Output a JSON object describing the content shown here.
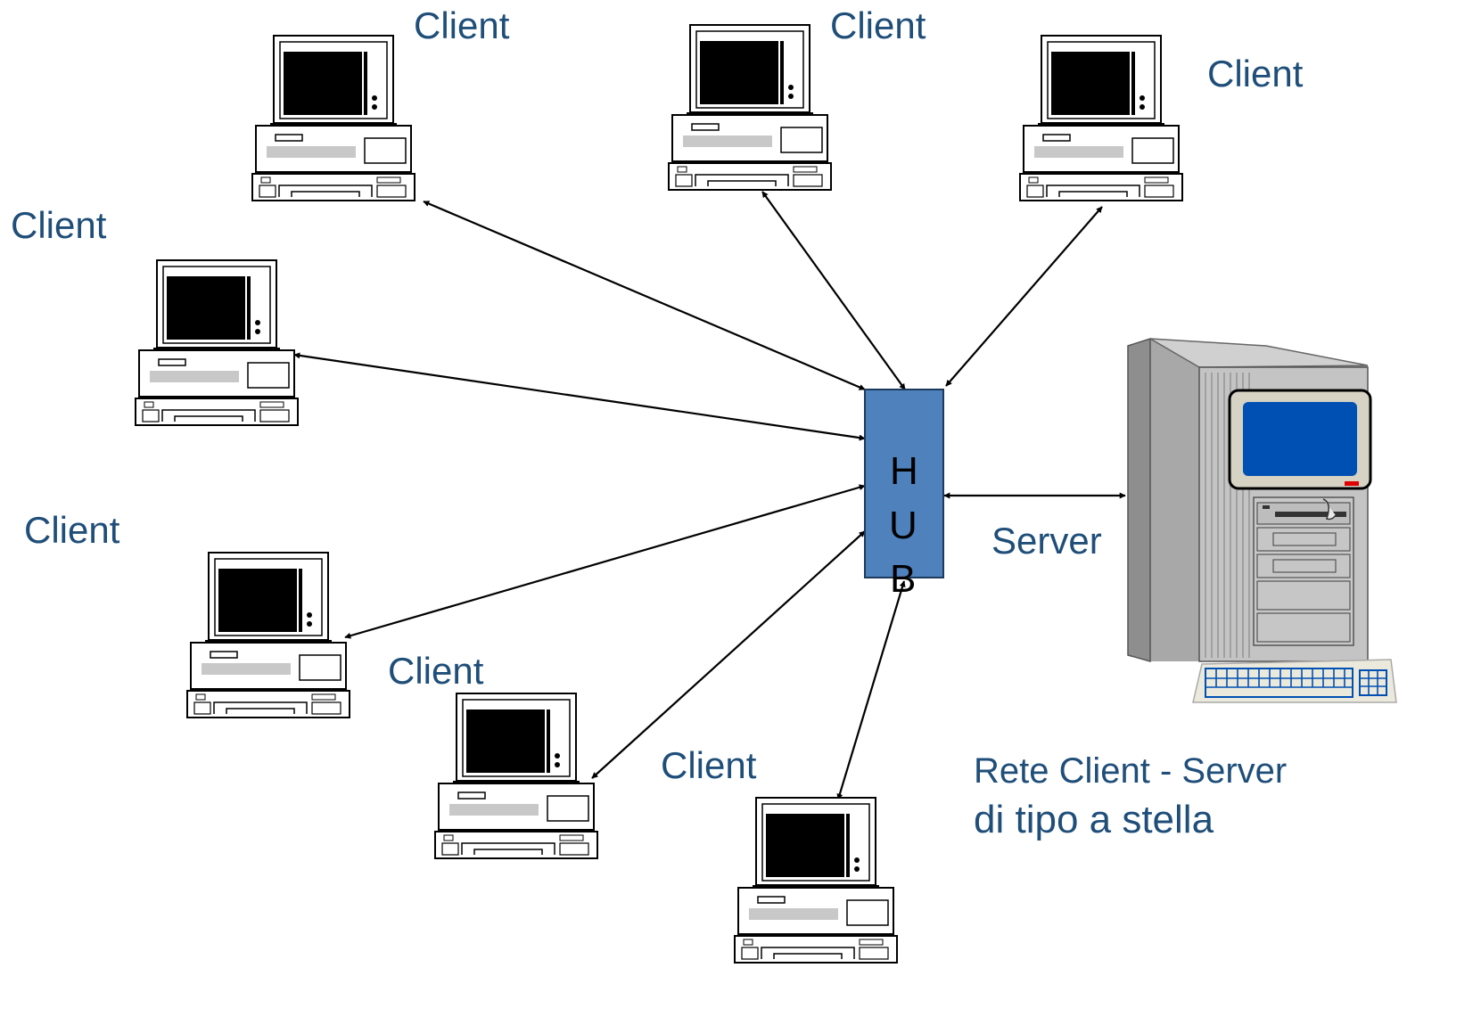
{
  "clients": [
    {
      "id": "c1",
      "label": "Client"
    },
    {
      "id": "c2",
      "label": "Client"
    },
    {
      "id": "c3",
      "label": "Client"
    },
    {
      "id": "c4",
      "label": "Client"
    },
    {
      "id": "c5",
      "label": "Client"
    },
    {
      "id": "c6",
      "label": "Client"
    },
    {
      "id": "c7",
      "label": "Client"
    }
  ],
  "hub": {
    "letters": [
      "H",
      "U",
      "B"
    ],
    "fill": "#4f81bd"
  },
  "server": {
    "label": "Server",
    "screen_color": "#0050b4"
  },
  "caption": {
    "line1": "Rete Client - Server",
    "line2": "di tipo a stella"
  },
  "colors": {
    "label": "#1f4e79",
    "line": "#000000"
  }
}
